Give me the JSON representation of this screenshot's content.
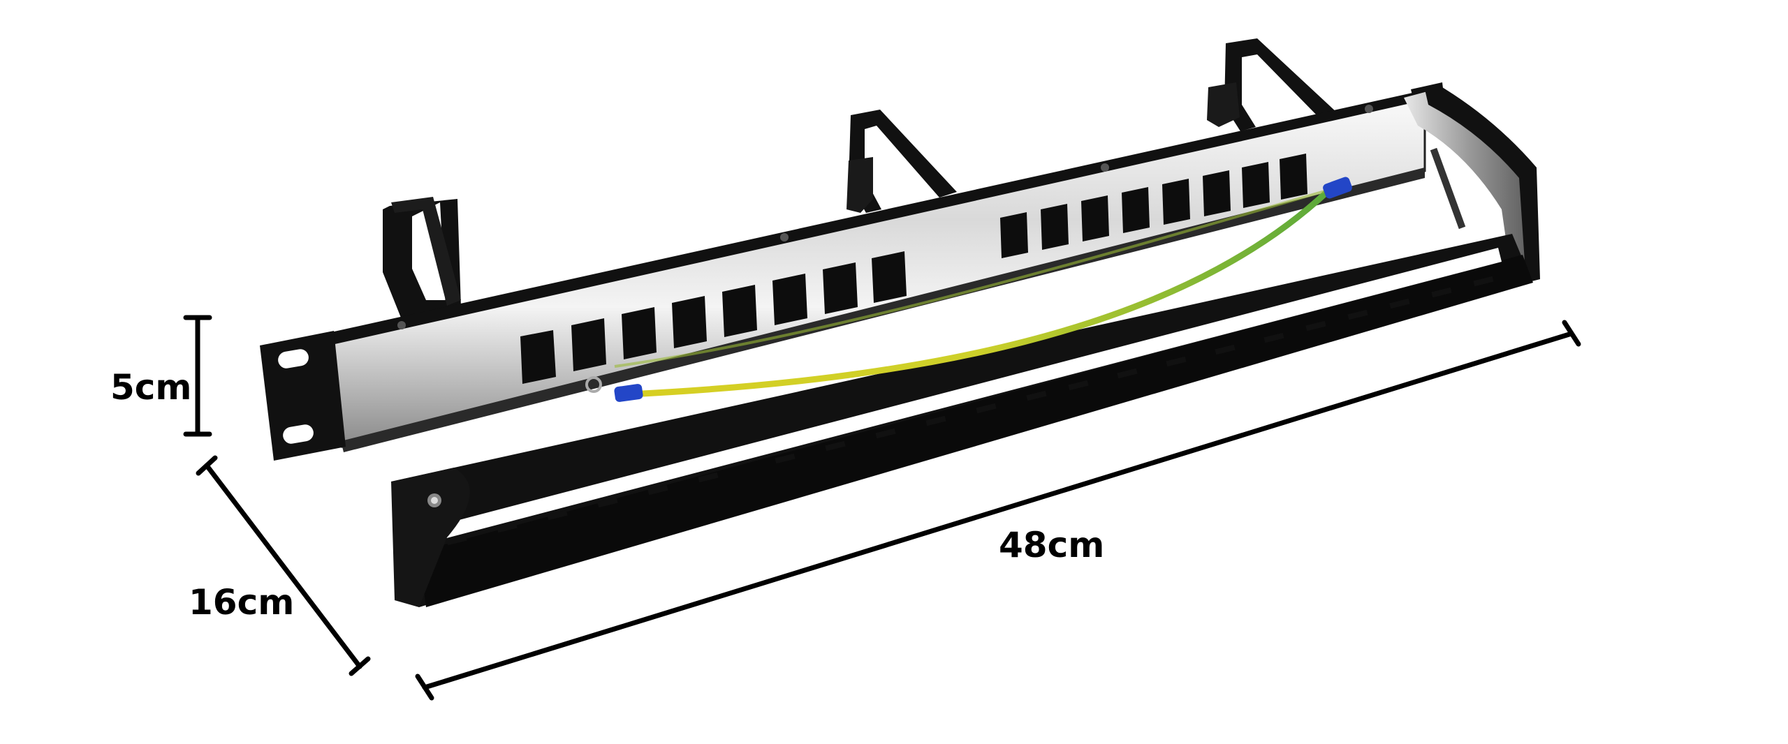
{
  "image": {
    "subject": "rack-mount-patch-panel",
    "background": "#ffffff"
  },
  "dimensions": {
    "height_label": "5cm",
    "depth_label": "16cm",
    "length_label": "48cm"
  },
  "colors": {
    "frame": "#111111",
    "steel_light": "#f2f2f2",
    "steel_mid": "#b9b9b9",
    "steel_dark": "#6e6e6e",
    "wire_yellow": "#d6d12a",
    "wire_green": "#4fa035",
    "connector_blue": "#2346c7"
  }
}
